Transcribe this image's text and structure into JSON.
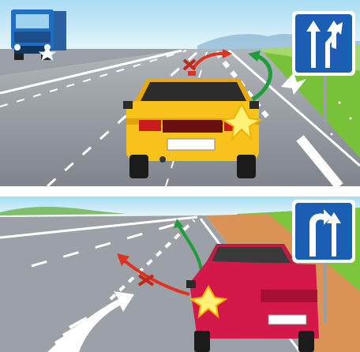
{
  "scenes": [
    {
      "id": "top",
      "description_visible_text": "",
      "sign": {
        "type": "lane-arrows-straight-and-right-branch",
        "color": "#1a5fb4"
      },
      "arrows": {
        "allowed": "#1f9d3a",
        "forbidden": "#e0301e"
      },
      "vehicles": [
        "blue-truck",
        "yellow-car"
      ]
    },
    {
      "id": "bottom",
      "description_visible_text": "",
      "sign": {
        "type": "lane-arrows-straight-and-left-turn",
        "color": "#1a5fb4"
      },
      "arrows": {
        "allowed": "#1f9d3a",
        "forbidden": "#e0301e"
      },
      "vehicles": [
        "red-car"
      ]
    }
  ],
  "colors": {
    "sky": "#bfe6f7",
    "road": "#8e949a",
    "grass": "#7cc63b",
    "sign_blue": "#1a5fb4",
    "allowed_arrow": "#1f9d3a",
    "forbidden_arrow": "#e0301e"
  }
}
